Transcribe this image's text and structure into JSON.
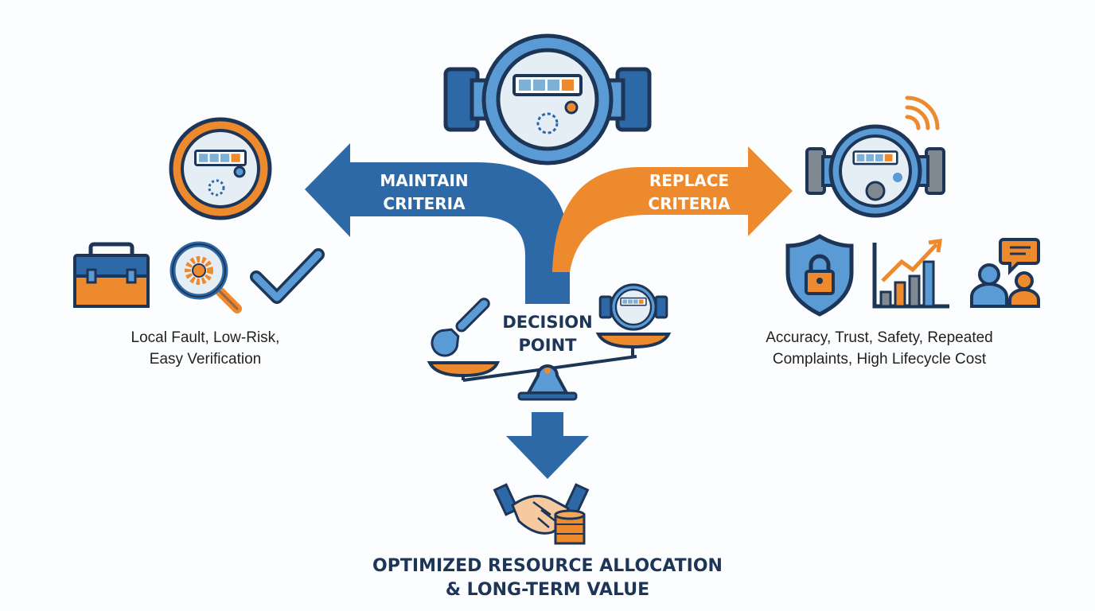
{
  "colors": {
    "navy": "#1d3557",
    "blue": "#2d69a6",
    "light_blue": "#5b9bd5",
    "orange": "#ee8a2e",
    "screen": "#e6eef5"
  },
  "arrows": {
    "maintain": {
      "line1": "MAINTAIN",
      "line2": "CRITERIA"
    },
    "replace": {
      "line1": "REPLACE",
      "line2": "CRITERIA"
    }
  },
  "decision": {
    "line1": "DECISION",
    "line2": "POINT"
  },
  "maintain_caption": {
    "line1": "Local Fault, Low-Risk,",
    "line2": "Easy Verification"
  },
  "replace_caption": {
    "line1": "Accuracy, Trust, Safety, Repeated",
    "line2": "Complaints, High Lifecycle Cost"
  },
  "outcome": {
    "line1": "OPTIMIZED RESOURCE ALLOCATION",
    "line2": "& LONG-TERM VALUE"
  },
  "icons": [
    "water-meter-icon",
    "old-meter-icon",
    "smart-meter-icon",
    "toolbox-icon",
    "magnifier-gear-icon",
    "checkmark-icon",
    "shield-lock-icon",
    "rising-chart-icon",
    "people-chat-icon",
    "balance-scale-icon",
    "wrench-icon",
    "handshake-coins-icon"
  ]
}
